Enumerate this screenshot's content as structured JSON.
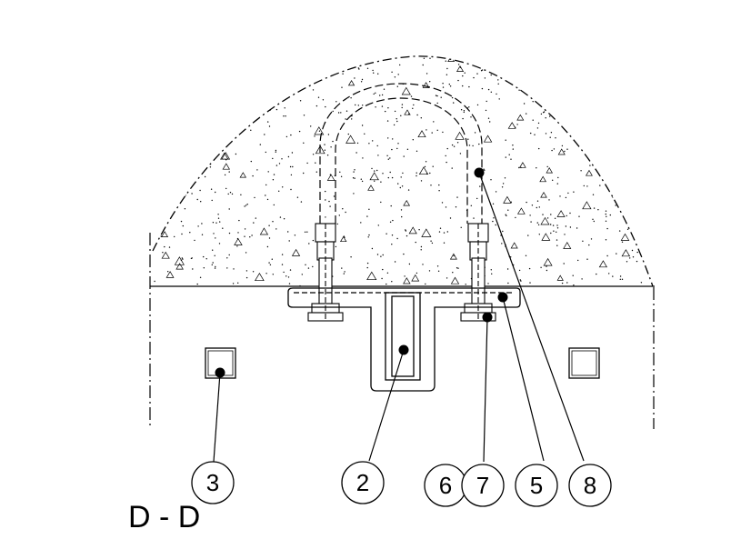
{
  "drawing": {
    "section_label": "D - D",
    "callouts": [
      {
        "id": "callout-3",
        "text": "3"
      },
      {
        "id": "callout-2",
        "text": "2"
      },
      {
        "id": "callout-6",
        "text": "6"
      },
      {
        "id": "callout-7",
        "text": "7"
      },
      {
        "id": "callout-5",
        "text": "5"
      },
      {
        "id": "callout-8",
        "text": "8"
      }
    ],
    "colors": {
      "line": "#000000",
      "background": "#ffffff"
    }
  }
}
